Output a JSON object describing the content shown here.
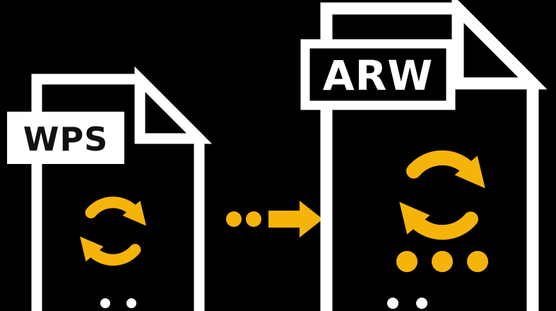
{
  "illustration": {
    "source_file": {
      "label": "WPS"
    },
    "target_file": {
      "label": "ARW"
    },
    "icons": {
      "sync": "circular-arrows-sync-icon",
      "arrow": "right-arrow-with-dots",
      "ellipsis": "three-dots"
    },
    "colors": {
      "background": "#000000",
      "outline": "#ffffff",
      "accent": "#f6b40a",
      "source_label_bg": "#ffffff",
      "source_label_text": "#111111",
      "target_label_text": "#ffffff"
    }
  }
}
